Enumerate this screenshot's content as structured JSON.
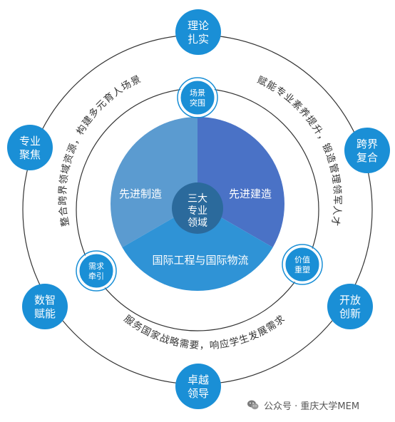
{
  "center": {
    "line1": "三大",
    "line2": "专业",
    "line3": "领域"
  },
  "sectors": [
    {
      "label": "先进制造",
      "color": "#5b9bd0"
    },
    {
      "label": "先进建造",
      "color": "#4a72c6"
    },
    {
      "label": "国际工程与国际物流",
      "color": "#2f93d6"
    }
  ],
  "outer_nodes": [
    {
      "line1": "理论",
      "line2": "扎实"
    },
    {
      "line1": "跨界",
      "line2": "复合"
    },
    {
      "line1": "开放",
      "line2": "创新"
    },
    {
      "line1": "卓越",
      "line2": "领导"
    },
    {
      "line1": "数智",
      "line2": "赋能"
    },
    {
      "line1": "专业",
      "line2": "聚焦"
    }
  ],
  "inner_nodes": [
    {
      "line1": "场景",
      "line2": "突围"
    },
    {
      "line1": "价值",
      "line2": "重塑"
    },
    {
      "line1": "需求",
      "line2": "牵引"
    }
  ],
  "arc_texts": {
    "top_left": "整合跨界领域资源，构建多元育人场景",
    "top_right": "赋能专业素养提升，锻造管理领军人才",
    "bottom": "服务国家战略需要，响应学生发展需求"
  },
  "watermark": "公众号 · 重庆大学MEM",
  "colors": {
    "node_fill": "#1a8fd6",
    "node_ring": "#1a8fd6",
    "ring_stroke": "#333333",
    "center_circle": "#2b6a9c",
    "arc_text": "#333333"
  }
}
